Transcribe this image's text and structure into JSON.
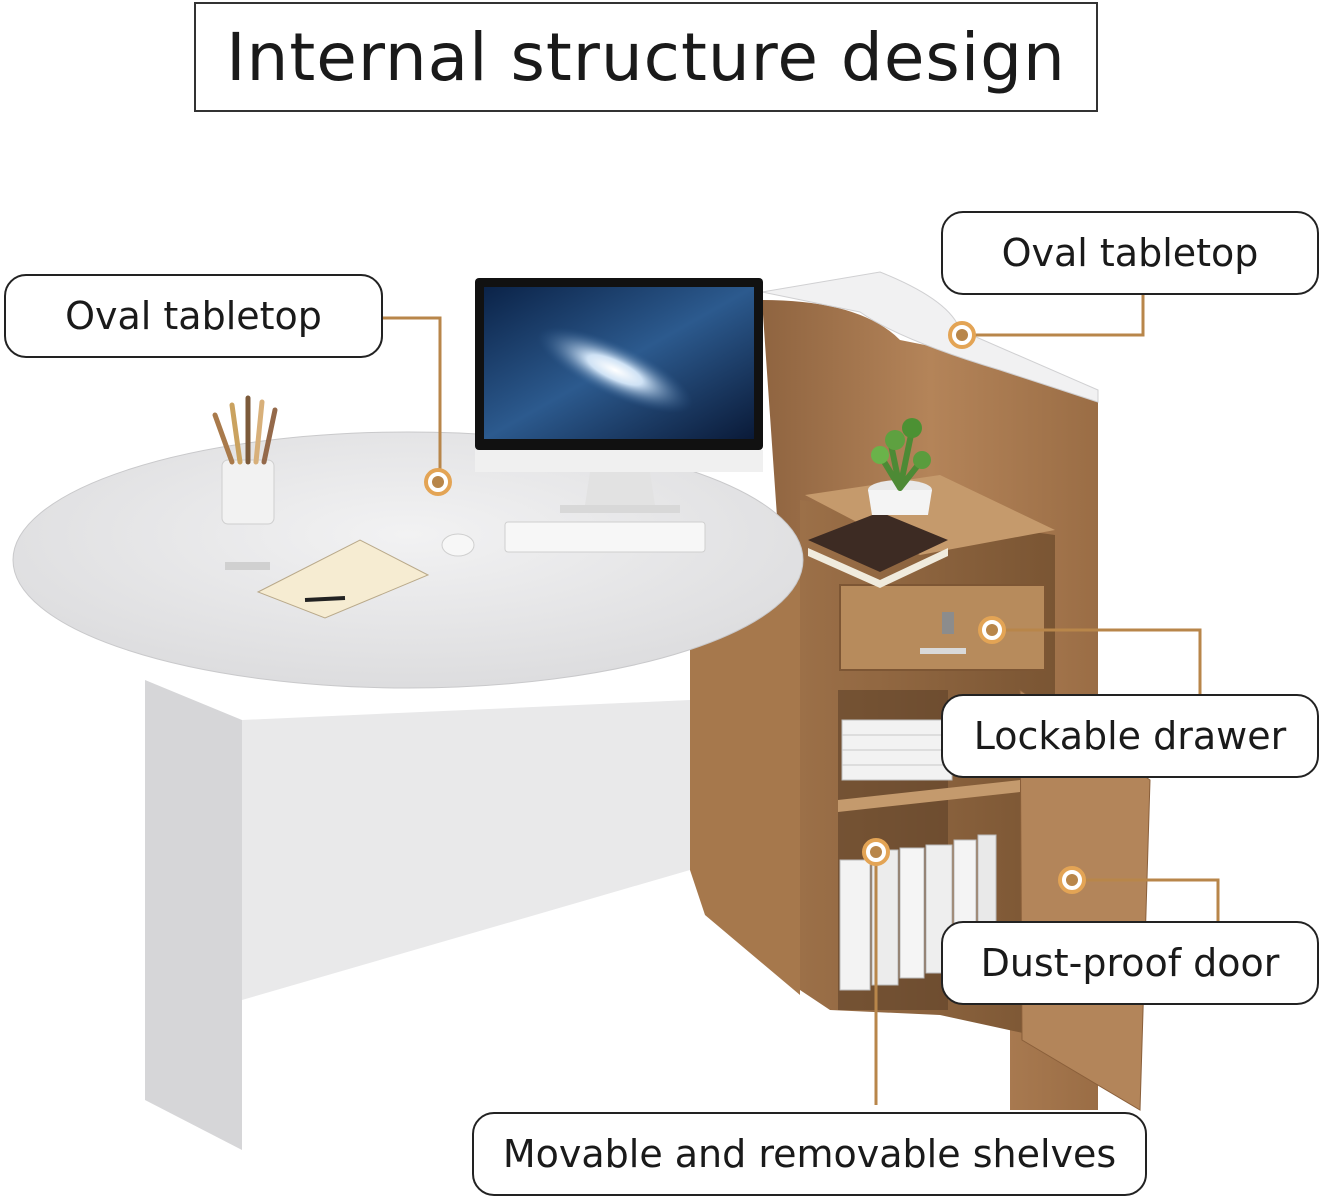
{
  "title": "Internal structure design",
  "callouts": {
    "oval_tabletop_left": "Oval tabletop",
    "oval_tabletop_right": "Oval tabletop",
    "lockable_drawer": "Lockable drawer",
    "dust_proof_door": "Dust-proof door",
    "movable_shelves": "Movable and removable shelves"
  },
  "colors": {
    "leader_line": "#b8864a",
    "marker": "#e3a455",
    "wood": "#a87a4e",
    "tabletop": "#e6e6e8"
  }
}
